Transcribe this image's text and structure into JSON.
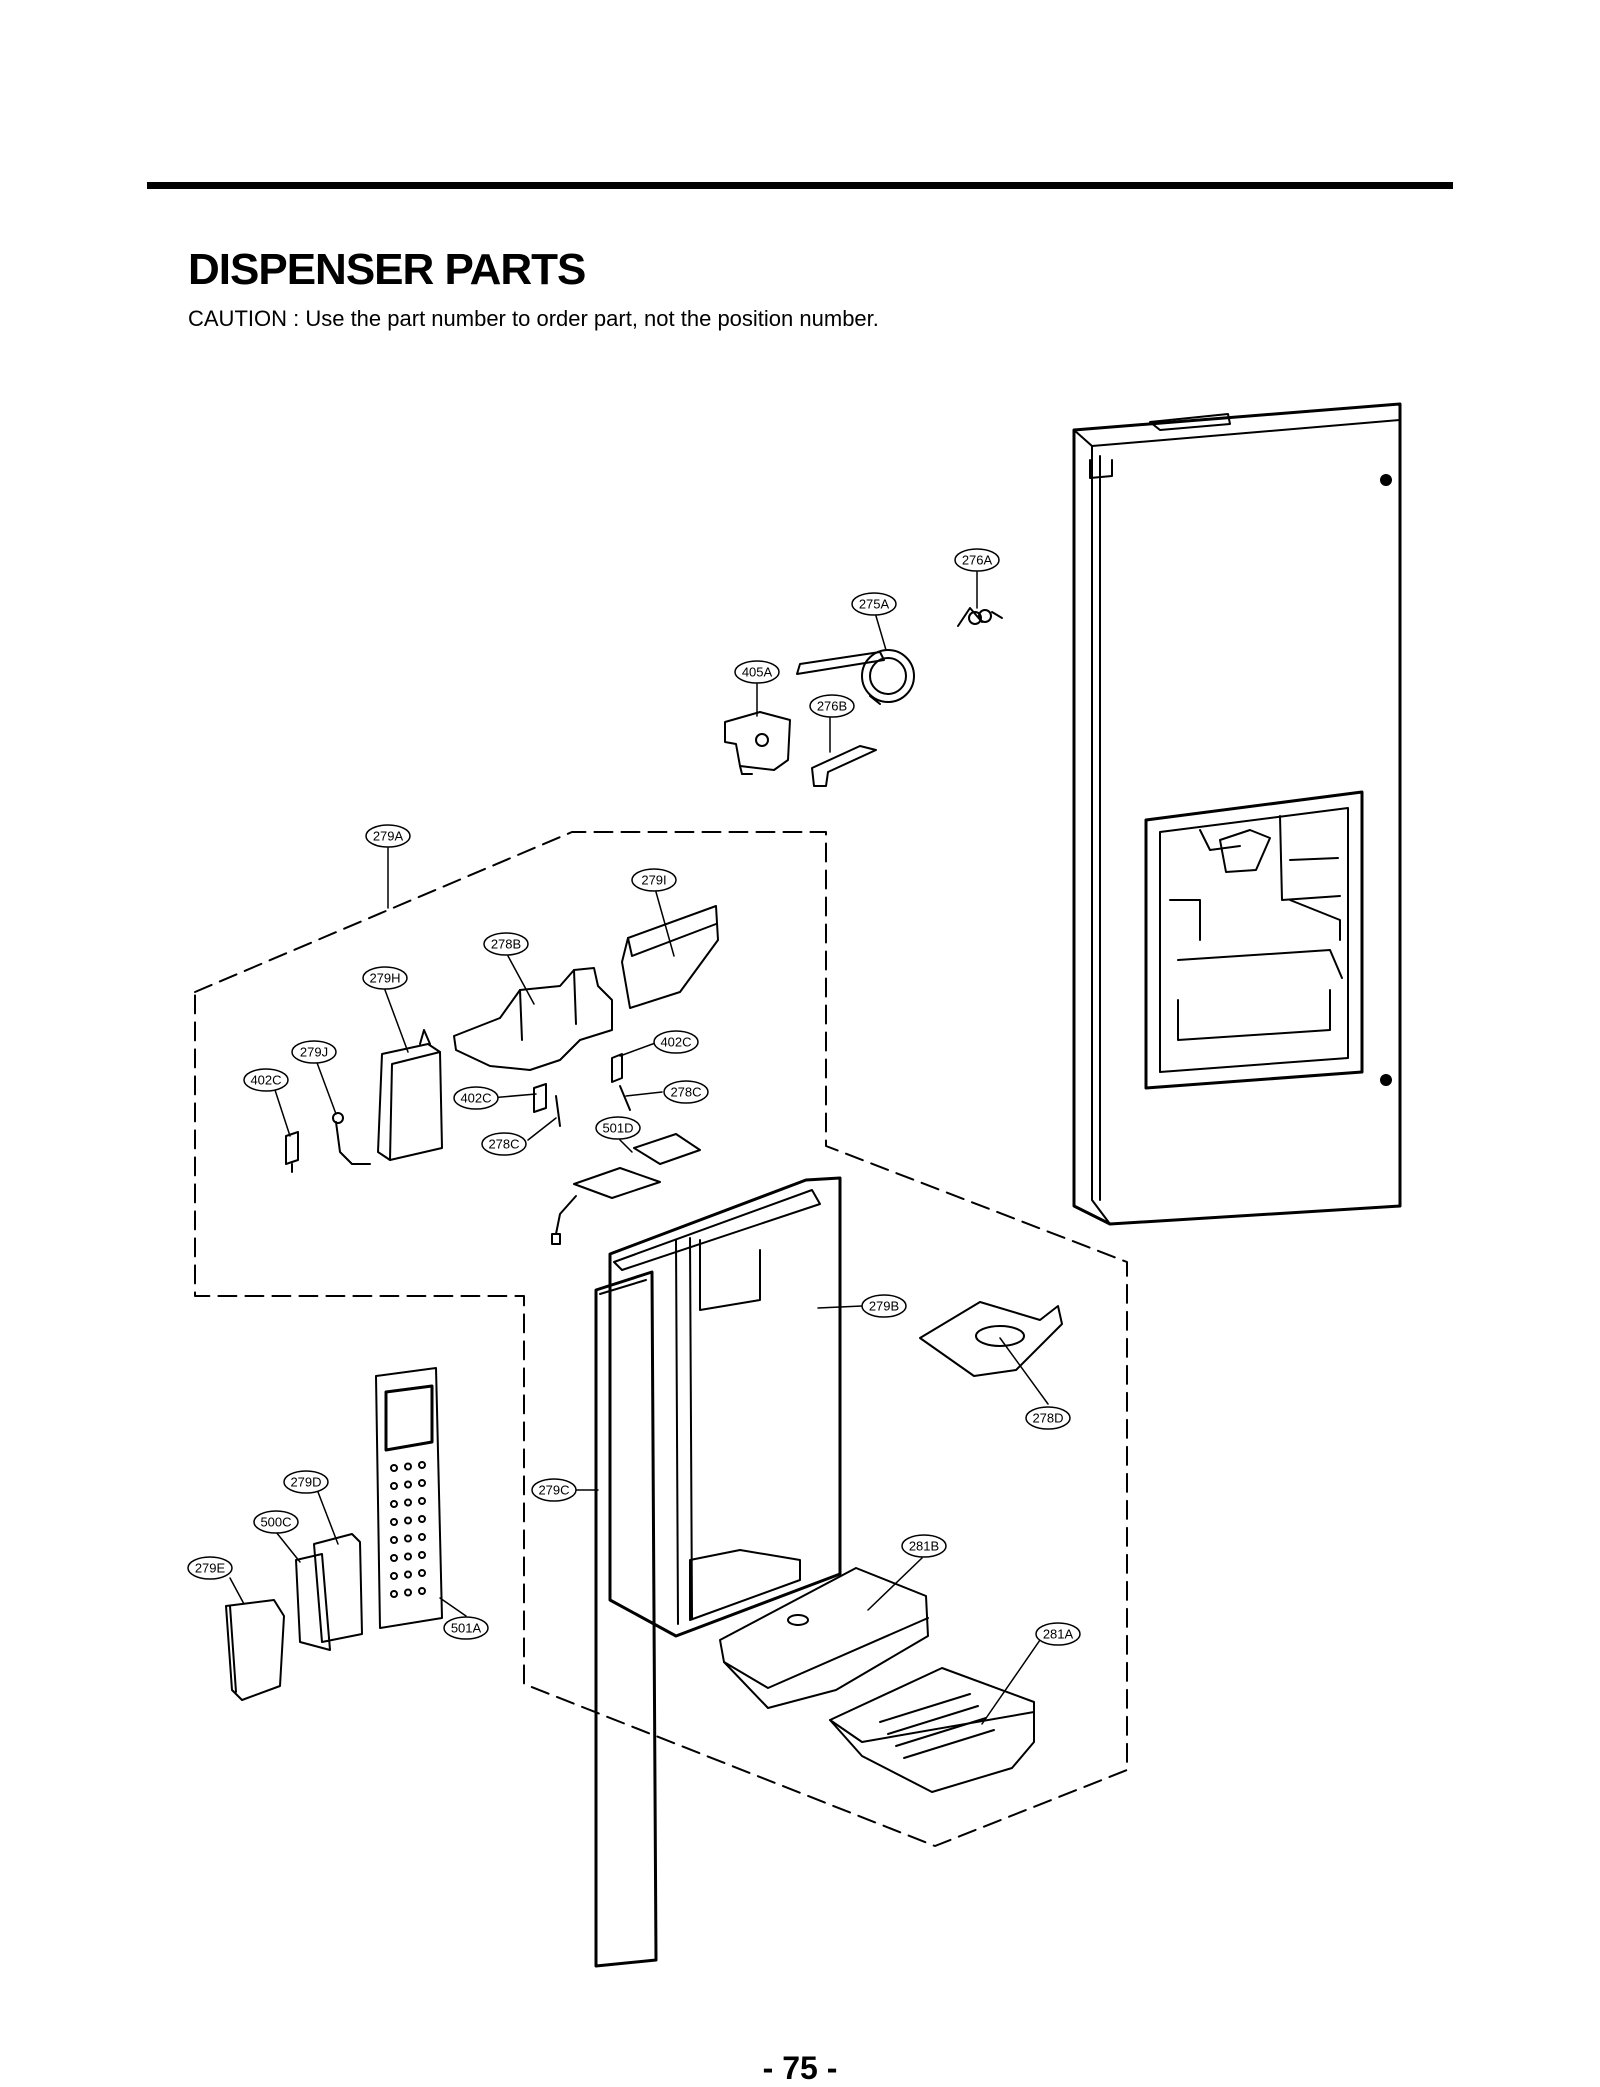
{
  "header": {
    "title": "DISPENSER PARTS",
    "caution": "CAUTION : Use the part number to order part, not the position number."
  },
  "callouts": [
    {
      "id": "276A",
      "label": "276A"
    },
    {
      "id": "275A",
      "label": "275A"
    },
    {
      "id": "405A",
      "label": "405A"
    },
    {
      "id": "276B",
      "label": "276B"
    },
    {
      "id": "279A",
      "label": "279A"
    },
    {
      "id": "279I",
      "label": "279I"
    },
    {
      "id": "278B",
      "label": "278B"
    },
    {
      "id": "279H",
      "label": "279H"
    },
    {
      "id": "279J",
      "label": "279J"
    },
    {
      "id": "402C_a",
      "label": "402C"
    },
    {
      "id": "402C_b",
      "label": "402C"
    },
    {
      "id": "402C_c",
      "label": "402C"
    },
    {
      "id": "278C_a",
      "label": "278C"
    },
    {
      "id": "278C_b",
      "label": "278C"
    },
    {
      "id": "501D",
      "label": "501D"
    },
    {
      "id": "279B",
      "label": "279B"
    },
    {
      "id": "278D",
      "label": "278D"
    },
    {
      "id": "279C",
      "label": "279C"
    },
    {
      "id": "279D",
      "label": "279D"
    },
    {
      "id": "500C",
      "label": "500C"
    },
    {
      "id": "279E",
      "label": "279E"
    },
    {
      "id": "501A",
      "label": "501A"
    },
    {
      "id": "281B",
      "label": "281B"
    },
    {
      "id": "281A",
      "label": "281A"
    }
  ],
  "footer": {
    "page_number": "- 75 -"
  }
}
